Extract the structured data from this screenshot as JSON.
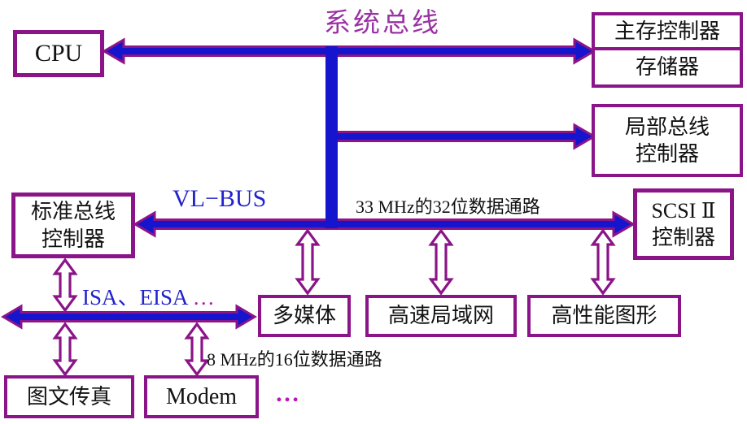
{
  "title": "系统总线",
  "labels": {
    "vl_bus": "VL−BUS",
    "path32": "33 MHz的32位数据通路",
    "isa_eisa": "ISA、EISA",
    "isa_dots": " …",
    "path16": "8 MHz的16位数据通路",
    "modem_dots": "…"
  },
  "boxes": {
    "cpu": "CPU",
    "main_memory_controller": "主存控制器",
    "memory": "存储器",
    "local_bus_controller": {
      "line1": "局部总线",
      "line2": "控制器"
    },
    "standard_bus_controller": {
      "line1": "标准总线",
      "line2": "控制器"
    },
    "scsi": {
      "line1": "SCSI Ⅱ",
      "line2": "控制器"
    },
    "multimedia": "多媒体",
    "high_speed_lan": "高速局域网",
    "high_performance_graphics": "高性能图形",
    "fax": "图文传真",
    "modem": "Modem"
  },
  "colors": {
    "box_border": "#8B1588",
    "bus_fill": "#1515CE",
    "bus_outline": "#8B1588",
    "title_text": "#9933A3",
    "bus_label_text": "#2222CC",
    "ellipsis_text": "#B319B3",
    "body_text": "#111111"
  }
}
